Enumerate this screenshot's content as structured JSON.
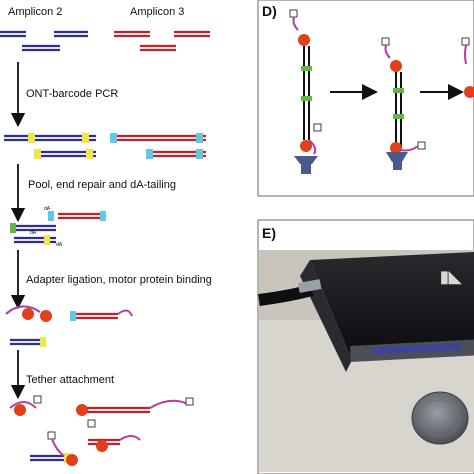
{
  "left_panel": {
    "amplicon_labels": [
      "Amplicon 2",
      "Amplicon 3"
    ],
    "steps": [
      "ONT-barcode PCR",
      "Pool, end repair and dA-tailing",
      "Adapter ligation, motor protein binding",
      "Tether attachment"
    ],
    "da_labels": [
      "dA",
      "dA",
      "dA"
    ]
  },
  "right_panels": {
    "d_label": "D)",
    "e_label": "E)"
  },
  "colors": {
    "blue": "#2e2e8c",
    "red": "#c8202a",
    "yellow": "#f2e640",
    "cyan": "#5ec8e6",
    "magenta": "#b33ea0",
    "motor": "#e0401a",
    "pore": "#4a5a8c",
    "green": "#63b545"
  }
}
